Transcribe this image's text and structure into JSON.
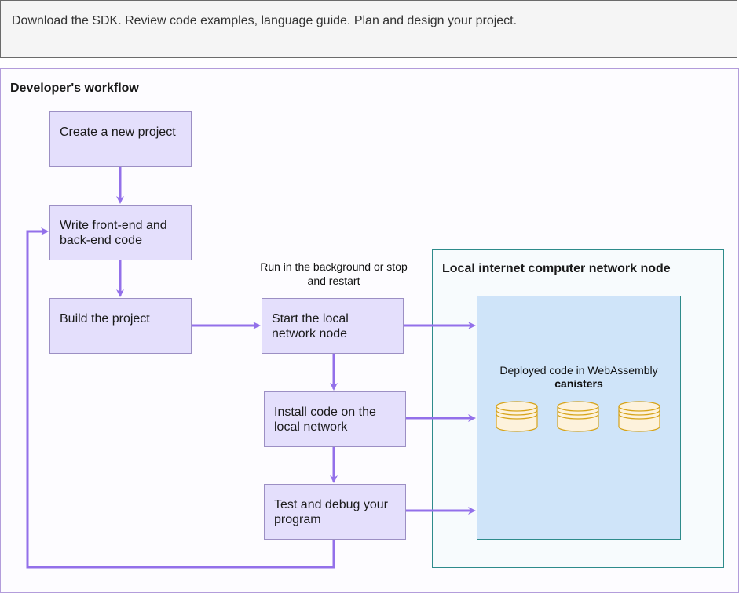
{
  "banner": {
    "text": "Download the SDK. Review code examples, language guide. Plan and design your project."
  },
  "workflow": {
    "title": "Developer's workflow",
    "steps": {
      "create": "Create a new project",
      "write": "Write front-end and back-end code",
      "build": "Build the project",
      "start": "Start the local network node",
      "install": "Install code on the local network",
      "test": "Test and debug your program"
    },
    "background_note": "Run in the background or stop and restart"
  },
  "network_node": {
    "title": "Local internet computer network node",
    "deployed_text": "Deployed code in WebAssembly",
    "canisters_label": "canisters"
  },
  "colors": {
    "arrow": "#9370ea",
    "step_fill": "#e4dffc",
    "canister_fill": "#fdf2dc",
    "canister_stroke": "#d6a31a"
  }
}
